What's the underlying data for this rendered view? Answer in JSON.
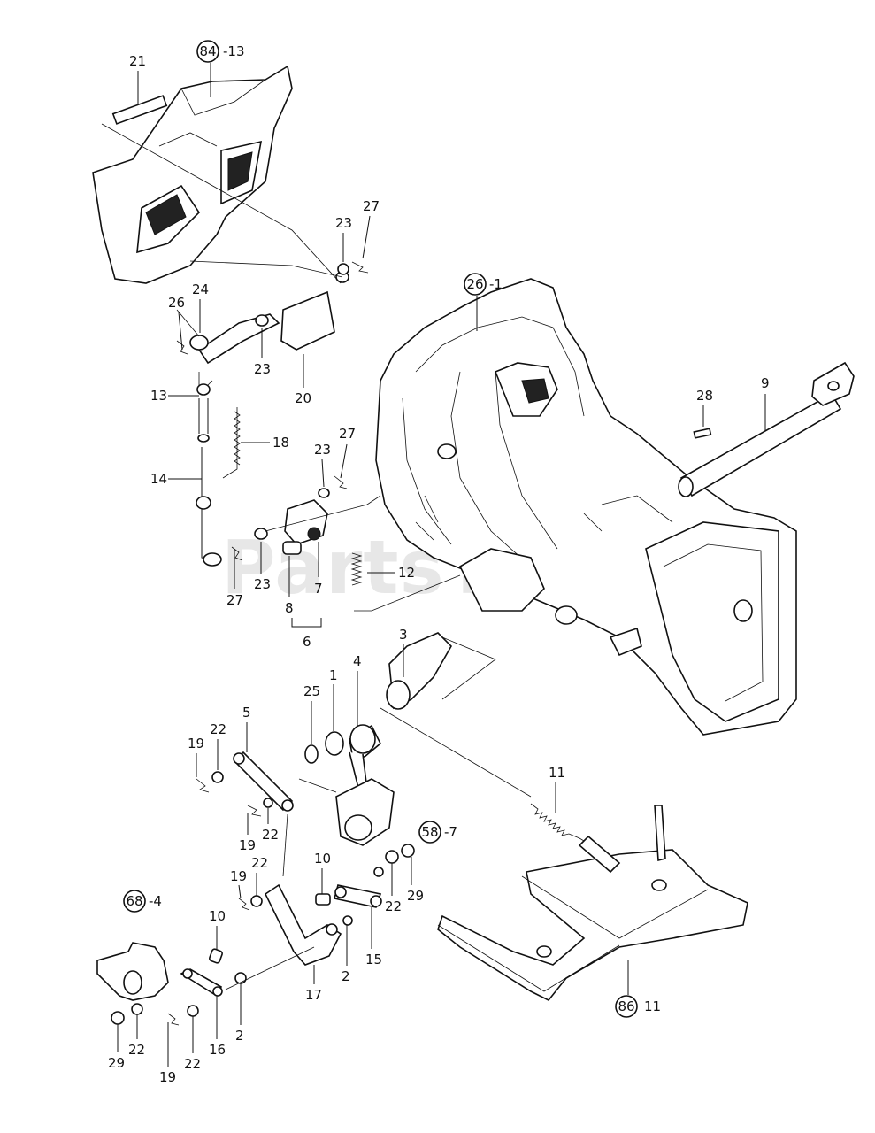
{
  "watermark": "PartsTree",
  "callouts": [
    {
      "id": "c-84",
      "ref": "84",
      "suffix": "-13"
    },
    {
      "id": "c-26",
      "ref": "26",
      "suffix": "-1"
    },
    {
      "id": "c-58",
      "ref": "58",
      "suffix": "-7"
    },
    {
      "id": "c-68",
      "ref": "68",
      "suffix": "-4"
    },
    {
      "id": "c-86",
      "ref": "86",
      "suffix": "11"
    }
  ],
  "part_numbers": [
    "21",
    "23",
    "27",
    "24",
    "26",
    "23",
    "20",
    "13",
    "18",
    "14",
    "23",
    "27",
    "23",
    "27",
    "8",
    "7",
    "12",
    "6",
    "9",
    "28",
    "3",
    "4",
    "1",
    "25",
    "5",
    "22",
    "19",
    "19",
    "22",
    "11",
    "22",
    "19",
    "10",
    "29",
    "22",
    "15",
    "10",
    "2",
    "17",
    "2",
    "29",
    "22",
    "19",
    "22",
    "16"
  ]
}
